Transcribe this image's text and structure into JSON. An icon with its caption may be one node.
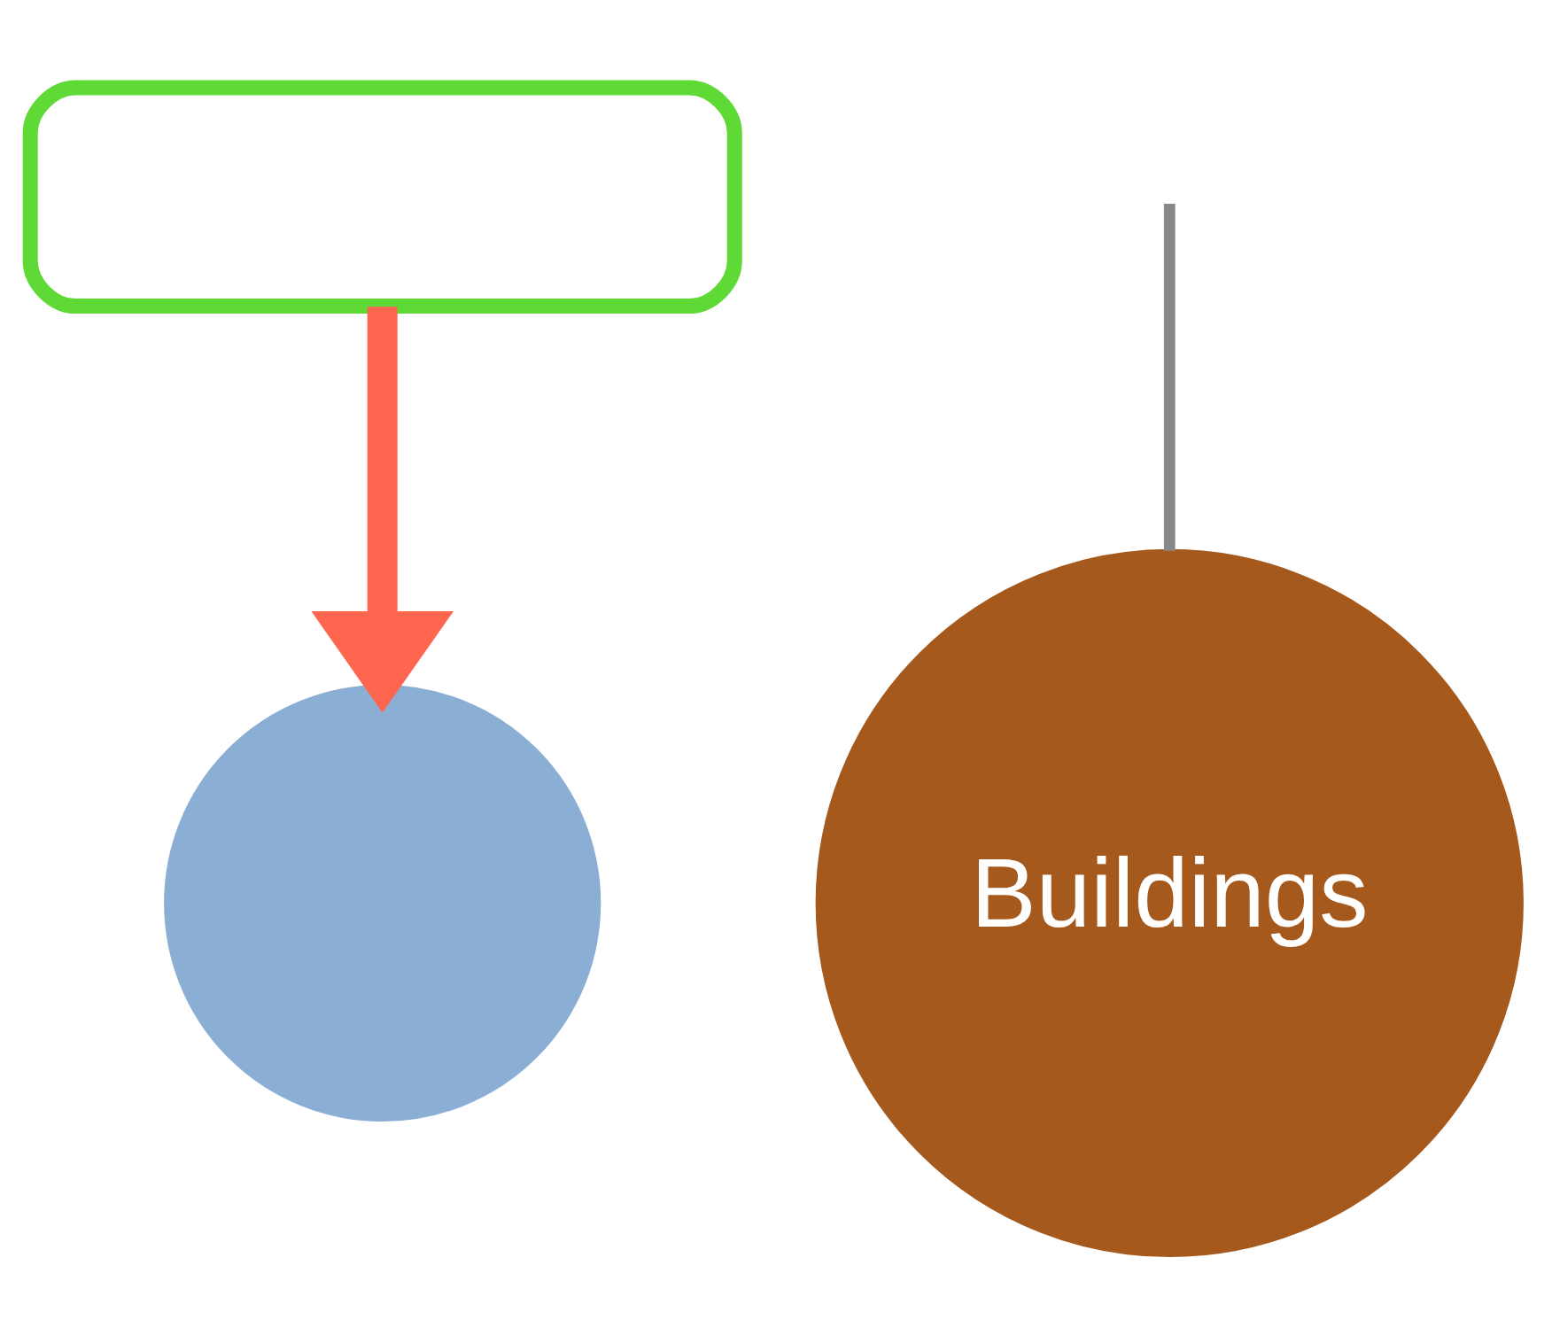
{
  "diagram": {
    "nodes": [
      {
        "text": [],
        "shape": "box"
      },
      {
        "text": [
          "Buildings"
        ]
      },
      {
        "text": [],
        "shape": "circle"
      }
    ],
    "edges": [
      {
        "from": 0,
        "to": 2,
        "arrow": "to",
        "style": "thick",
        "color": "#ff6650"
      },
      {
        "from": null,
        "to": 1,
        "arrow": "none",
        "color": "#888888"
      }
    ]
  }
}
